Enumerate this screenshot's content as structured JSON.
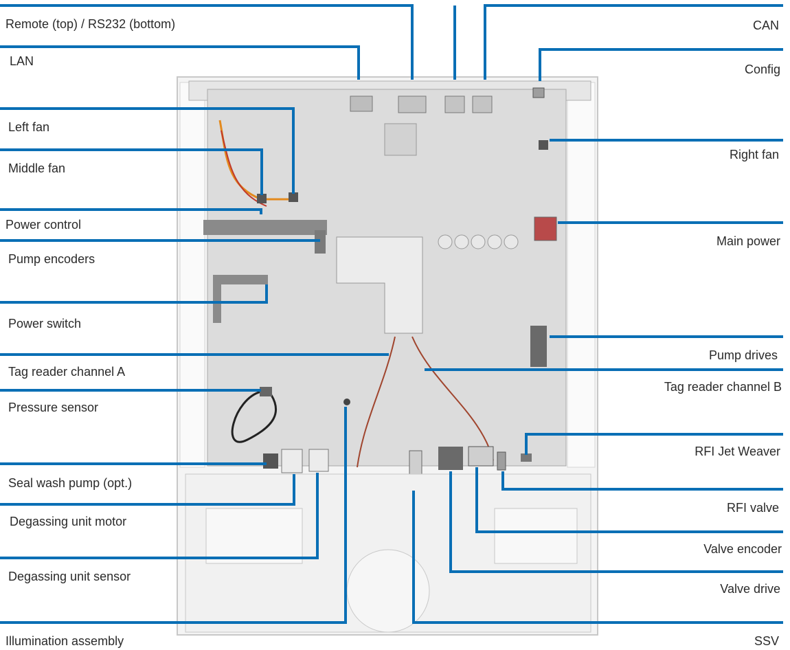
{
  "diagram": {
    "accent_color": "#0a6fb5",
    "board_color": "#dcdcdc",
    "left_labels": [
      "Remote (top) / RS232 (bottom)",
      "LAN",
      "Left fan",
      "Middle fan",
      "Power control",
      "Pump encoders",
      "Power switch",
      "Tag reader channel A",
      "Pressure sensor",
      "Seal wash pump (opt.)",
      "Degassing unit motor",
      "Degassing unit sensor",
      "Illumination assembly"
    ],
    "right_labels": [
      "CAN",
      "Config",
      "Right fan",
      "Main power",
      "Pump drives",
      "Tag reader channel B",
      "RFI Jet Weaver",
      "RFI valve",
      "Valve encoder",
      "Valve drive",
      "SSV"
    ]
  }
}
